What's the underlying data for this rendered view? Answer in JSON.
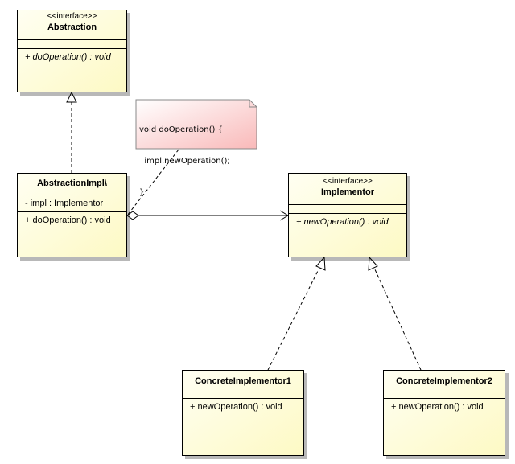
{
  "classes": {
    "abstraction": {
      "stereotype": "<<interface>>",
      "name": "Abstraction",
      "operation": "+ doOperation() : void"
    },
    "abstraction_impl": {
      "name": "AbstractionImpl\\",
      "attribute": "- impl : Implementor",
      "operation": "+ doOperation() : void"
    },
    "implementor": {
      "stereotype": "<<interface>>",
      "name": "Implementor",
      "operation": "+ newOperation() : void"
    },
    "concrete1": {
      "name": "ConcreteImplementor1",
      "operation": "+ newOperation() : void"
    },
    "concrete2": {
      "name": "ConcreteImplementor2",
      "operation": "+ newOperation() : void"
    }
  },
  "note": {
    "lines": [
      "void doOperation() {",
      "  impl.newOperation();",
      "}"
    ]
  },
  "colors": {
    "class_fill_top": "#fffff2",
    "class_fill_bottom": "#fdf9c4",
    "note_fill_top": "#ffffff",
    "note_fill_bottom": "#f9b9b9"
  }
}
